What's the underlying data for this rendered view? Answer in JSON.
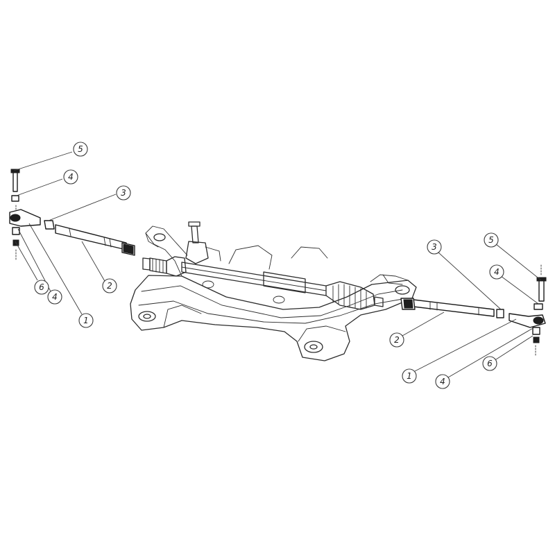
{
  "callouts": [
    {
      "id": "L5",
      "label": "5"
    },
    {
      "id": "L4a",
      "label": "4"
    },
    {
      "id": "L3",
      "label": "3"
    },
    {
      "id": "L6",
      "label": "6"
    },
    {
      "id": "L4b",
      "label": "4"
    },
    {
      "id": "L2",
      "label": "2"
    },
    {
      "id": "L1",
      "label": "1"
    },
    {
      "id": "R3",
      "label": "3"
    },
    {
      "id": "R5",
      "label": "5"
    },
    {
      "id": "R4a",
      "label": "4"
    },
    {
      "id": "R2",
      "label": "2"
    },
    {
      "id": "R6",
      "label": "6"
    },
    {
      "id": "R1",
      "label": "1"
    },
    {
      "id": "R4b",
      "label": "4"
    }
  ]
}
